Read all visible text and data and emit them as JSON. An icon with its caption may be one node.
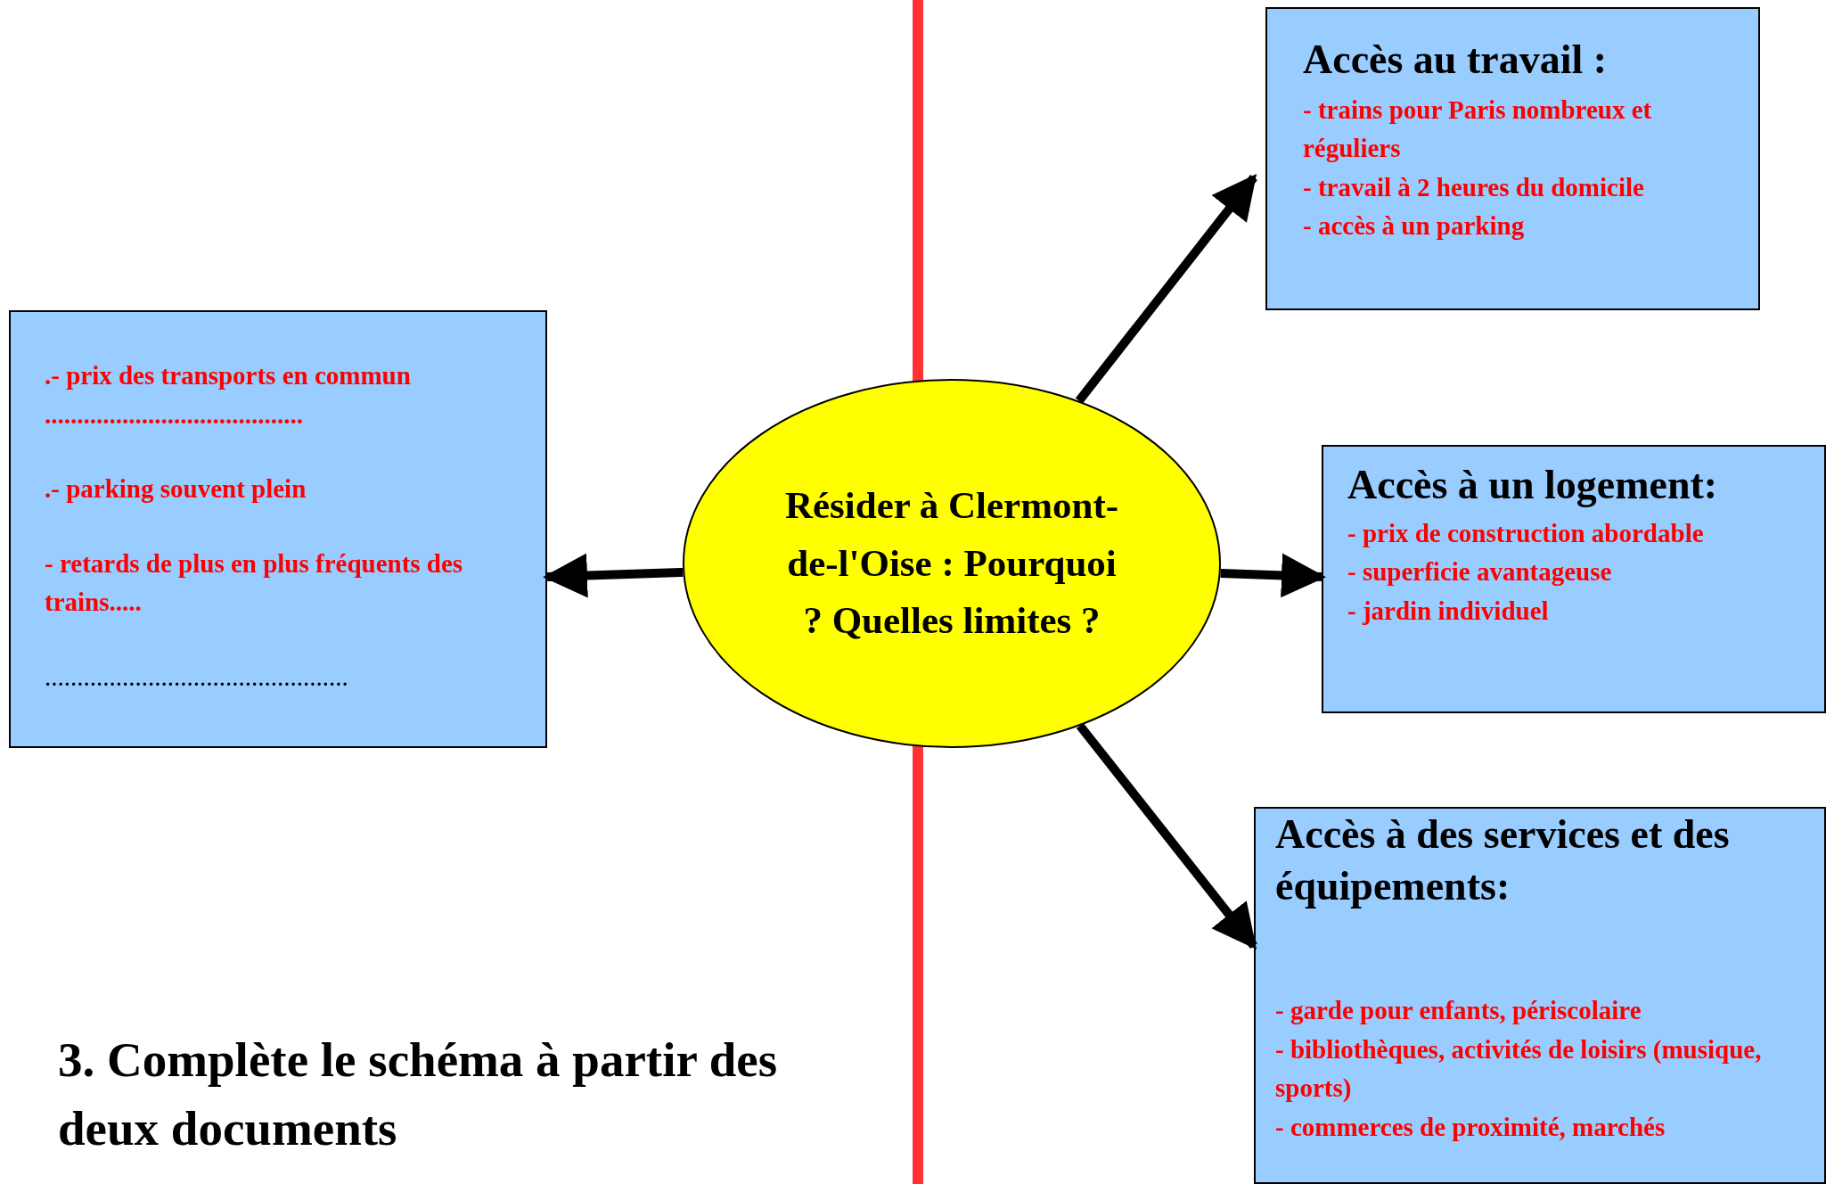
{
  "diagram": {
    "title": "3. Complète le schéma à partir des deux documents",
    "nodes": [
      {
        "text": [
          "Résider à Clermont-de-l'Oise : Pourquoi ? Quelles limites ?"
        ]
      },
      {
        "text": [
          "Accès au travail :",
          "- trains pour Paris nombreux et réguliers",
          "- travail à 2 heures du domicile",
          "- accès à un parking"
        ]
      },
      {
        "text": [
          ".- prix des transports en commun",
          "........................................",
          ".- parking souvent plein",
          "- retards de plus en plus fréquents des trains.....",
          "..............................................."
        ]
      },
      {
        "text": [
          "Accès à un logement:",
          "- prix de construction abordable",
          "- superficie avantageuse",
          "- jardin individuel"
        ]
      },
      {
        "text": [
          "Accès à des services et des équipements:",
          "- garde pour enfants, périscolaire",
          "- bibliothèques, activités de loisirs (musique, sports)",
          "- commerces de proximité, marchés"
        ]
      }
    ],
    "edges": [
      {
        "from": 0,
        "to": 1,
        "arrow": "to"
      },
      {
        "from": 0,
        "to": 2,
        "arrow": "to"
      },
      {
        "from": 0,
        "to": 3,
        "arrow": "to"
      },
      {
        "from": 0,
        "to": 4,
        "arrow": "to"
      }
    ]
  }
}
